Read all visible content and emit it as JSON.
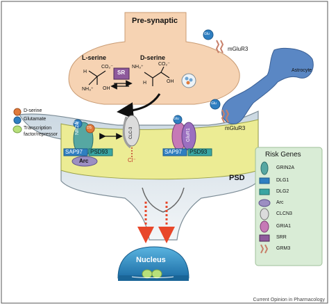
{
  "presynaptic": {
    "label": "Pre-synaptic"
  },
  "molecules": {
    "l_serine": "L-serine",
    "d_serine": "D-serine",
    "enzyme": "SR",
    "formula_left_top": "CO₂⁻",
    "formula_left_h": "H",
    "formula_left_n": "NH₃⁺",
    "formula_left_oh": "OH",
    "formula_right_n": "NH₃⁺",
    "formula_right_top": "CO₂⁻",
    "formula_right_h": "H",
    "formula_right_oh": "OH"
  },
  "receptors": {
    "mglur3_top": "mGluR3",
    "mglur3_bottom": "mGluR3",
    "glu_badge": "Glu",
    "ds_badge": "DS",
    "nr2a": "NR2A",
    "glur1": "GluR1",
    "clc3": "CLC-3",
    "chloride": "Cl⁻",
    "sap97_left": "SAP97",
    "psd93_left": "PSD93",
    "arc": "Arc",
    "sap97_right": "SAP97",
    "psd93_right": "PSD93"
  },
  "astrocyte": {
    "label": "Astrocyte"
  },
  "psd": {
    "label": "PSD"
  },
  "nucleus": {
    "label": "Nucleus"
  },
  "key": {
    "items": [
      "D-serine",
      "Glutamate",
      "Transcription",
      "factor/repressor"
    ]
  },
  "risk_genes": {
    "title": "Risk Genes",
    "items": [
      "GRIN2A",
      "DLG1",
      "DLG2",
      "Arc",
      "CLCN3",
      "GRIA1",
      "SRR",
      "GRM3"
    ]
  },
  "footer": "Current Opinion in Pharmacology",
  "colors": {
    "presynaptic_fill": "#f6d3b3",
    "psd_fill": "#ecec94",
    "dendrite_fill": "#dbe6ec",
    "nucleus_fill": "#2a8fc4",
    "risk_panel_fill": "#d9ecd6",
    "arrow_red": "#e8472a",
    "dlg_teal": "#3aa6a3",
    "sap97_blue": "#2f7fc1",
    "enzyme_purple": "#8e5a9c"
  }
}
